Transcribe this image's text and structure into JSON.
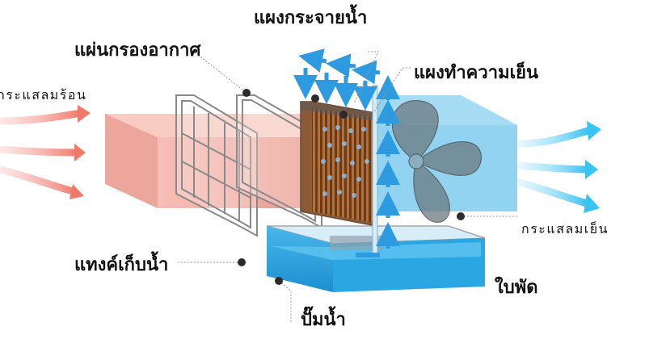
{
  "labels": {
    "distributor": "แผงกระจายน้ำ",
    "air_filter": "แผ่นกรองอากาศ",
    "cooling_pad": "แผงทำความเย็น",
    "hot_air": "กระแสลมร้อน",
    "cool_air": "กระแสลมเย็น",
    "water_tank": "แทงค์เก็บน้ำ",
    "fan_blade": "ใบพัด",
    "pump": "ปั๊มน้ำ"
  },
  "colors": {
    "hot_air": "#f08a7c",
    "cool_air": "#5cc6f0",
    "water": "#2d9bd8",
    "pad": "#9a5a2e",
    "text": "#111111"
  }
}
